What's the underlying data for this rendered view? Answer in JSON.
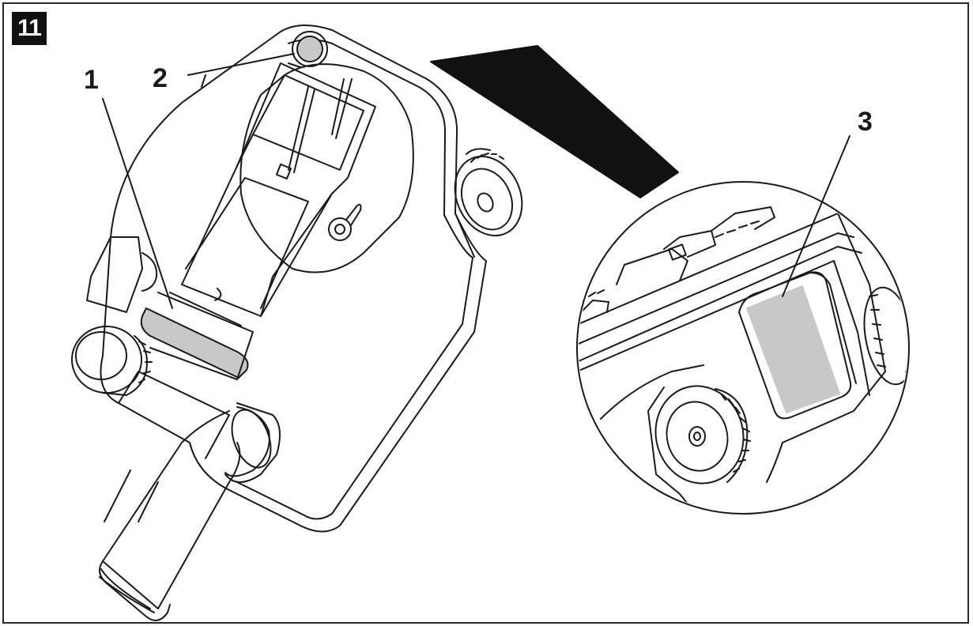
{
  "figure": {
    "number": "11"
  },
  "callouts": [
    {
      "label": "1"
    },
    {
      "label": "2"
    },
    {
      "label": "3"
    }
  ],
  "colors": {
    "line": "#1a1a1a",
    "highlight": "#c8c8c8",
    "background": "#ffffff"
  }
}
